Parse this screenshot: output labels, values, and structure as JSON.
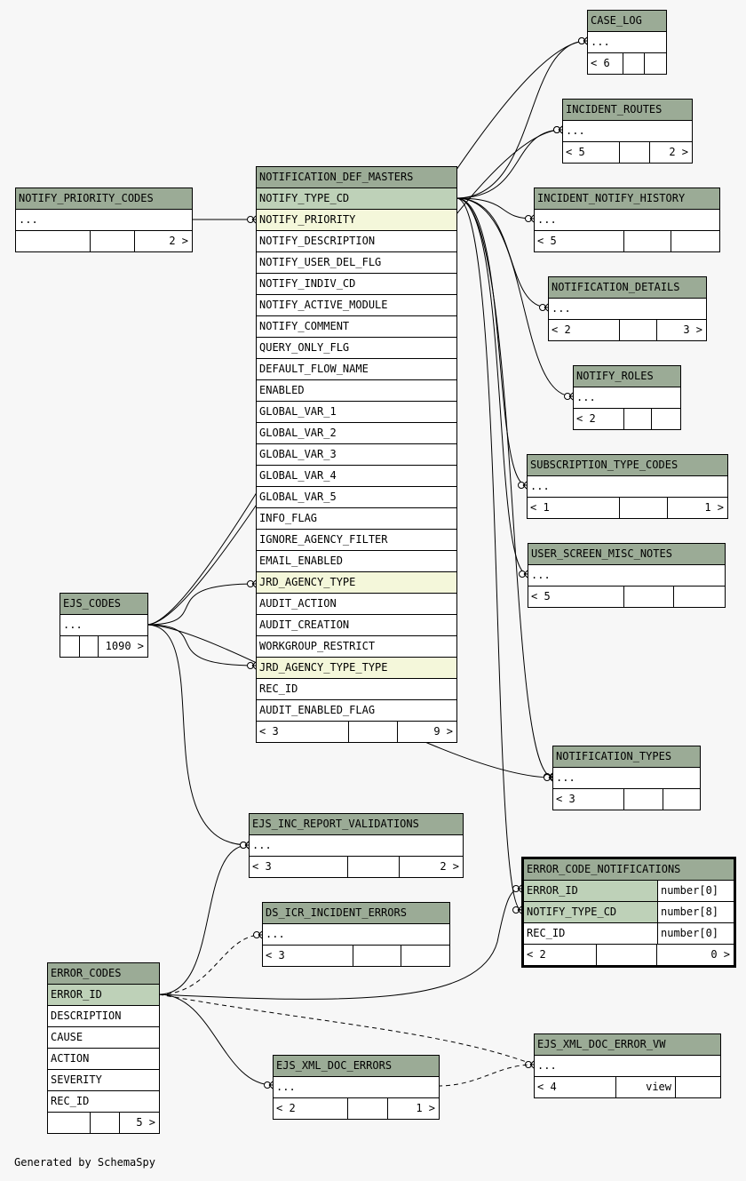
{
  "footer_text": "Generated by SchemaSpy",
  "tables": {
    "case_log": {
      "name": "CASE_LOG",
      "rows": [
        "..."
      ],
      "foot": [
        "< 6",
        "",
        ""
      ]
    },
    "incident_routes": {
      "name": "INCIDENT_ROUTES",
      "rows": [
        "..."
      ],
      "foot": [
        "< 5",
        "",
        "2 >"
      ]
    },
    "incident_notify_history": {
      "name": "INCIDENT_NOTIFY_HISTORY",
      "rows": [
        "..."
      ],
      "foot": [
        "< 5",
        "",
        ""
      ]
    },
    "notification_details": {
      "name": "NOTIFICATION_DETAILS",
      "rows": [
        "..."
      ],
      "foot": [
        "< 2",
        "",
        "3 >"
      ]
    },
    "notify_roles": {
      "name": "NOTIFY_ROLES",
      "rows": [
        "..."
      ],
      "foot": [
        "< 2",
        "",
        ""
      ]
    },
    "subscription_type_codes": {
      "name": "SUBSCRIPTION_TYPE_CODES",
      "rows": [
        "..."
      ],
      "foot": [
        "< 1",
        "",
        "1 >"
      ]
    },
    "user_screen_misc_notes": {
      "name": "USER_SCREEN_MISC_NOTES",
      "rows": [
        "..."
      ],
      "foot": [
        "< 5",
        "",
        ""
      ]
    },
    "notification_types": {
      "name": "NOTIFICATION_TYPES",
      "rows": [
        "..."
      ],
      "foot": [
        "< 3",
        "",
        ""
      ]
    },
    "notify_priority_codes": {
      "name": "NOTIFY_PRIORITY_CODES",
      "rows": [
        "..."
      ],
      "foot": [
        "",
        "",
        "2 >"
      ]
    },
    "ejs_codes": {
      "name": "EJS_CODES",
      "rows": [
        "..."
      ],
      "foot": [
        "",
        "",
        "1090 >"
      ]
    },
    "notification_def_masters": {
      "name": "NOTIFICATION_DEF_MASTERS",
      "rows": [
        "NOTIFY_TYPE_CD",
        "NOTIFY_PRIORITY",
        "NOTIFY_DESCRIPTION",
        "NOTIFY_USER_DEL_FLG",
        "NOTIFY_INDIV_CD",
        "NOTIFY_ACTIVE_MODULE",
        "NOTIFY_COMMENT",
        "QUERY_ONLY_FLG",
        "DEFAULT_FLOW_NAME",
        "ENABLED",
        "GLOBAL_VAR_1",
        "GLOBAL_VAR_2",
        "GLOBAL_VAR_3",
        "GLOBAL_VAR_4",
        "GLOBAL_VAR_5",
        "INFO_FLAG",
        "IGNORE_AGENCY_FILTER",
        "EMAIL_ENABLED",
        "JRD_AGENCY_TYPE",
        "AUDIT_ACTION",
        "AUDIT_CREATION",
        "WORKGROUP_RESTRICT",
        "JRD_AGENCY_TYPE_TYPE",
        "REC_ID",
        "AUDIT_ENABLED_FLAG"
      ],
      "foot": [
        "< 3",
        "",
        "9 >"
      ]
    },
    "ejs_inc_report_validations": {
      "name": "EJS_INC_REPORT_VALIDATIONS",
      "rows": [
        "..."
      ],
      "foot": [
        "< 3",
        "",
        "2 >"
      ]
    },
    "ds_icr_incident_errors": {
      "name": "DS_ICR_INCIDENT_ERRORS",
      "rows": [
        "..."
      ],
      "foot": [
        "< 3",
        "",
        ""
      ]
    },
    "error_code_notifications": {
      "name": "ERROR_CODE_NOTIFICATIONS",
      "rows": [
        "ERROR_ID",
        "NOTIFY_TYPE_CD",
        "REC_ID"
      ],
      "types": [
        "number[0]",
        "number[8]",
        "number[0]"
      ],
      "foot": [
        "< 2",
        "",
        "0 >"
      ]
    },
    "error_codes": {
      "name": "ERROR_CODES",
      "rows": [
        "ERROR_ID",
        "DESCRIPTION",
        "CAUSE",
        "ACTION",
        "SEVERITY",
        "REC_ID"
      ],
      "foot": [
        "",
        "",
        "5 >"
      ]
    },
    "ejs_xml_doc_errors": {
      "name": "EJS_XML_DOC_ERRORS",
      "rows": [
        "..."
      ],
      "foot": [
        "< 2",
        "",
        "1 >"
      ]
    },
    "ejs_xml_doc_error_vw": {
      "name": "EJS_XML_DOC_ERROR_VW",
      "rows": [
        "..."
      ],
      "foot": [
        "< 4",
        "view",
        ""
      ]
    }
  }
}
